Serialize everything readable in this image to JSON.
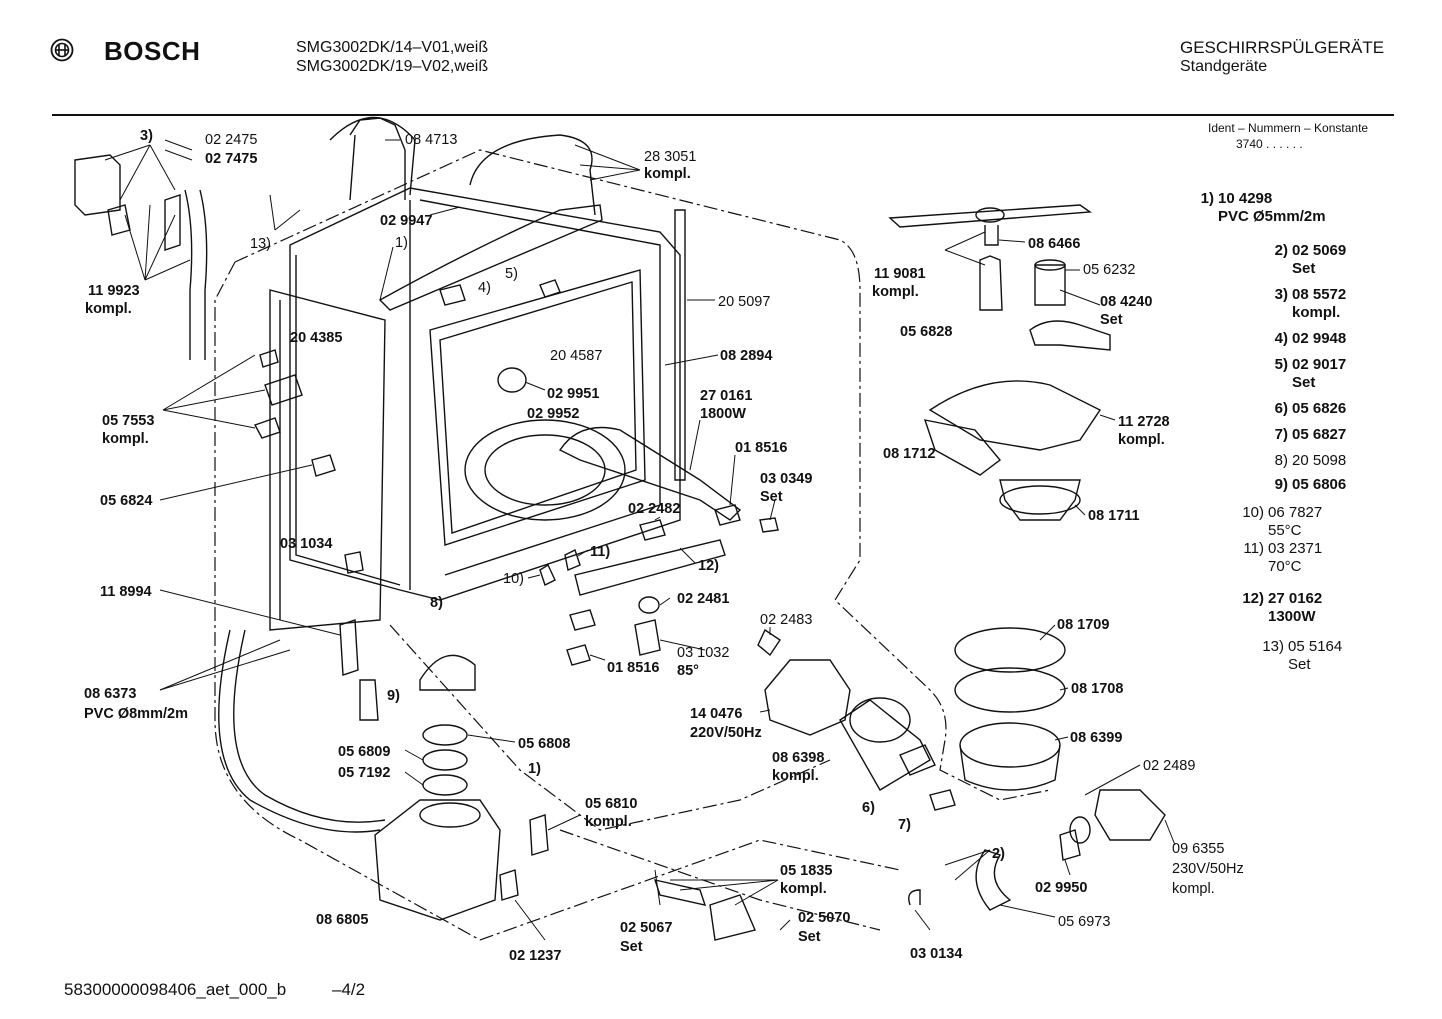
{
  "header": {
    "brand": "BOSCH",
    "model_line_1": "SMG3002DK/14–V01,weiß",
    "model_line_2": "SMG3002DK/19–V02,weiß",
    "category_line_1": "GESCHIRRSPÜLGERÄTE",
    "category_line_2": "Standgeräte",
    "ident_label": "Ident – Nummern – Konstante",
    "ident_value": "3740  .  .  .  .  .  ."
  },
  "footer": {
    "doc_id": "58300000098406_aet_000_b",
    "page": "–4/2"
  },
  "legend": [
    {
      "num": "1)",
      "lines": [
        "10 4298",
        "PVC Ø5mm/2m"
      ],
      "bold": true
    },
    {
      "num": "2)",
      "lines": [
        "02 5069",
        "Set"
      ],
      "bold": true
    },
    {
      "num": "3)",
      "lines": [
        "08 5572",
        "kompl."
      ],
      "bold": true
    },
    {
      "num": "4)",
      "lines": [
        "02 9948"
      ],
      "bold": true
    },
    {
      "num": "5)",
      "lines": [
        "02 9017",
        "Set"
      ],
      "bold": true
    },
    {
      "num": "6)",
      "lines": [
        "05 6826"
      ],
      "bold": true
    },
    {
      "num": "7)",
      "lines": [
        "05 6827"
      ],
      "bold": true
    },
    {
      "num": "8)",
      "lines": [
        "20 5098"
      ],
      "bold": false
    },
    {
      "num": "9)",
      "lines": [
        "05 6806"
      ],
      "bold": true
    },
    {
      "num": "10)",
      "lines": [
        "06 7827",
        "55°C"
      ],
      "bold": false
    },
    {
      "num": "11)",
      "lines": [
        "03 2371",
        "70°C"
      ],
      "bold": false
    },
    {
      "num": "12)",
      "lines": [
        "27 0162",
        "1300W"
      ],
      "bold": true
    },
    {
      "num": "13)",
      "lines": [
        "05 5164",
        "Set"
      ],
      "bold": false
    }
  ],
  "labels": {
    "l_3": "3)",
    "l_022475": "02 2475",
    "l_027475": "02 7475",
    "l_084713": "08 4713",
    "l_283051": "28 3051",
    "l_kompl_a": "kompl.",
    "l_13": "13)",
    "l_029947": "02 9947",
    "l_1a": "1)",
    "l_5": "5)",
    "l_4": "4)",
    "l_119923": "11 9923",
    "l_kompl_b": "kompl.",
    "l_205097": "20 5097",
    "l_204385": "20 4385",
    "l_204587": "20 4587",
    "l_082894": "08 2894",
    "l_029951": "02 9951",
    "l_029952": "02 9952",
    "l_057553": "05 7553",
    "l_kompl_c": "kompl.",
    "l_270161": "27 0161",
    "l_1800w": "1800W",
    "l_018516a": "01 8516",
    "l_056824": "05 6824",
    "l_030349": "03 0349",
    "l_set_a": "Set",
    "l_022482": "02 2482",
    "l_031034": "03 1034",
    "l_11": "11)",
    "l_12": "12)",
    "l_10": "10)",
    "l_8": "8)",
    "l_118994": "11 8994",
    "l_022481": "02 2481",
    "l_022483": "02 2483",
    "l_031032": "03 1032",
    "l_85": "85°",
    "l_086373": "08 6373",
    "l_pvc8": "PVC Ø8mm/2m",
    "l_9": "9)",
    "l_018516b": "01 8516",
    "l_140476": "14 0476",
    "l_220v": "220V/50Hz",
    "l_056809": "05 6809",
    "l_056808": "05 6808",
    "l_057192": "05 7192",
    "l_1b": "1)",
    "l_086398": "08 6398",
    "l_kompl_d": "kompl.",
    "l_6": "6)",
    "l_7": "7)",
    "l_056810": "05 6810",
    "l_kompl_e": "kompl.",
    "l_051835": "05 1835",
    "l_kompl_f": "kompl.",
    "l_2": "2)",
    "l_086805": "08 6805",
    "l_025067": "02 5067",
    "l_set_b": "Set",
    "l_025070": "02 5070",
    "l_set_c": "Set",
    "l_021237": "02 1237",
    "l_029950": "02 9950",
    "l_056973": "05 6973",
    "l_030134": "03 0134",
    "l_086466": "08 6466",
    "l_119081": "11 9081",
    "l_kompl_g": "kompl.",
    "l_056232": "05 6232",
    "l_084240": "08 4240",
    "l_set_d": "Set",
    "l_056828": "05 6828",
    "l_112728": "11 2728",
    "l_kompl_h": "kompl.",
    "l_081712": "08 1712",
    "l_081711": "08 1711",
    "l_081709": "08 1709",
    "l_081708": "08 1708",
    "l_086399": "08 6399",
    "l_022489": "02 2489",
    "l_096355": "09 6355",
    "l_230v": "230V/50Hz",
    "l_kompl_i": "kompl."
  }
}
